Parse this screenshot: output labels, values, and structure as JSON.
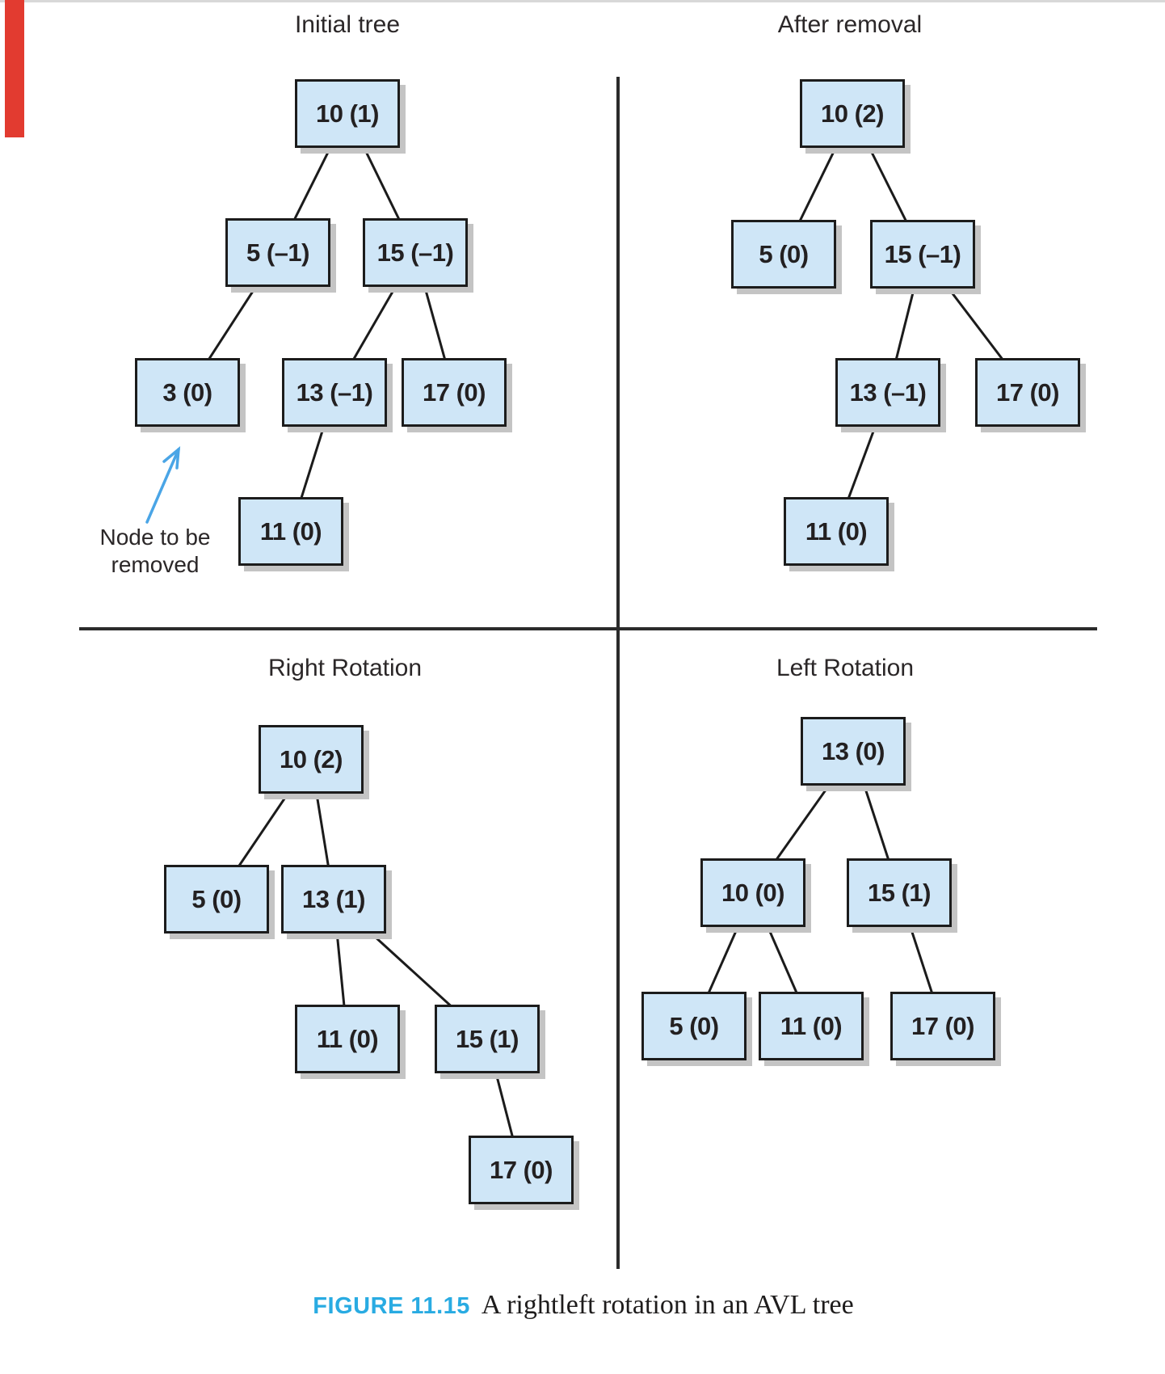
{
  "figure": {
    "number": "FIGURE 11.15",
    "caption": "A rightleft rotation in an AVL tree"
  },
  "annotation": {
    "line1": "Node to be",
    "line2": "removed"
  },
  "colors": {
    "node_fill": "#cfe6f7",
    "node_border": "#1c1c1c",
    "node_shadow": "#c4c4c4",
    "edge": "#1b1b1b",
    "arrow": "#4aa5e6",
    "figure_number": "#29abe2",
    "red_bar": "#e23b30"
  },
  "quadrants": [
    {
      "title": "Initial tree",
      "nodes": [
        {
          "label": "10 (1)"
        },
        {
          "label": "5 (–1)"
        },
        {
          "label": "15 (–1)"
        },
        {
          "label": "3 (0)"
        },
        {
          "label": "13 (–1)"
        },
        {
          "label": "17 (0)"
        },
        {
          "label": "11 (0)"
        }
      ],
      "edges": [
        [
          0,
          1
        ],
        [
          0,
          2
        ],
        [
          1,
          3
        ],
        [
          2,
          4
        ],
        [
          2,
          5
        ],
        [
          4,
          6
        ]
      ]
    },
    {
      "title": "After removal",
      "nodes": [
        {
          "label": "10 (2)"
        },
        {
          "label": "5 (0)"
        },
        {
          "label": "15 (–1)"
        },
        {
          "label": "13 (–1)"
        },
        {
          "label": "17 (0)"
        },
        {
          "label": "11 (0)"
        }
      ],
      "edges": [
        [
          0,
          1
        ],
        [
          0,
          2
        ],
        [
          2,
          3
        ],
        [
          2,
          4
        ],
        [
          3,
          5
        ]
      ]
    },
    {
      "title": "Right Rotation",
      "nodes": [
        {
          "label": "10 (2)"
        },
        {
          "label": "5 (0)"
        },
        {
          "label": "13 (1)"
        },
        {
          "label": "11 (0)"
        },
        {
          "label": "15 (1)"
        },
        {
          "label": "17 (0)"
        }
      ],
      "edges": [
        [
          0,
          1
        ],
        [
          0,
          2
        ],
        [
          2,
          3
        ],
        [
          2,
          4
        ],
        [
          4,
          5
        ]
      ]
    },
    {
      "title": "Left Rotation",
      "nodes": [
        {
          "label": "13 (0)"
        },
        {
          "label": "10 (0)"
        },
        {
          "label": "15 (1)"
        },
        {
          "label": "5 (0)"
        },
        {
          "label": "11 (0)"
        },
        {
          "label": "17 (0)"
        }
      ],
      "edges": [
        [
          0,
          1
        ],
        [
          0,
          2
        ],
        [
          1,
          3
        ],
        [
          1,
          4
        ],
        [
          2,
          5
        ]
      ]
    }
  ]
}
